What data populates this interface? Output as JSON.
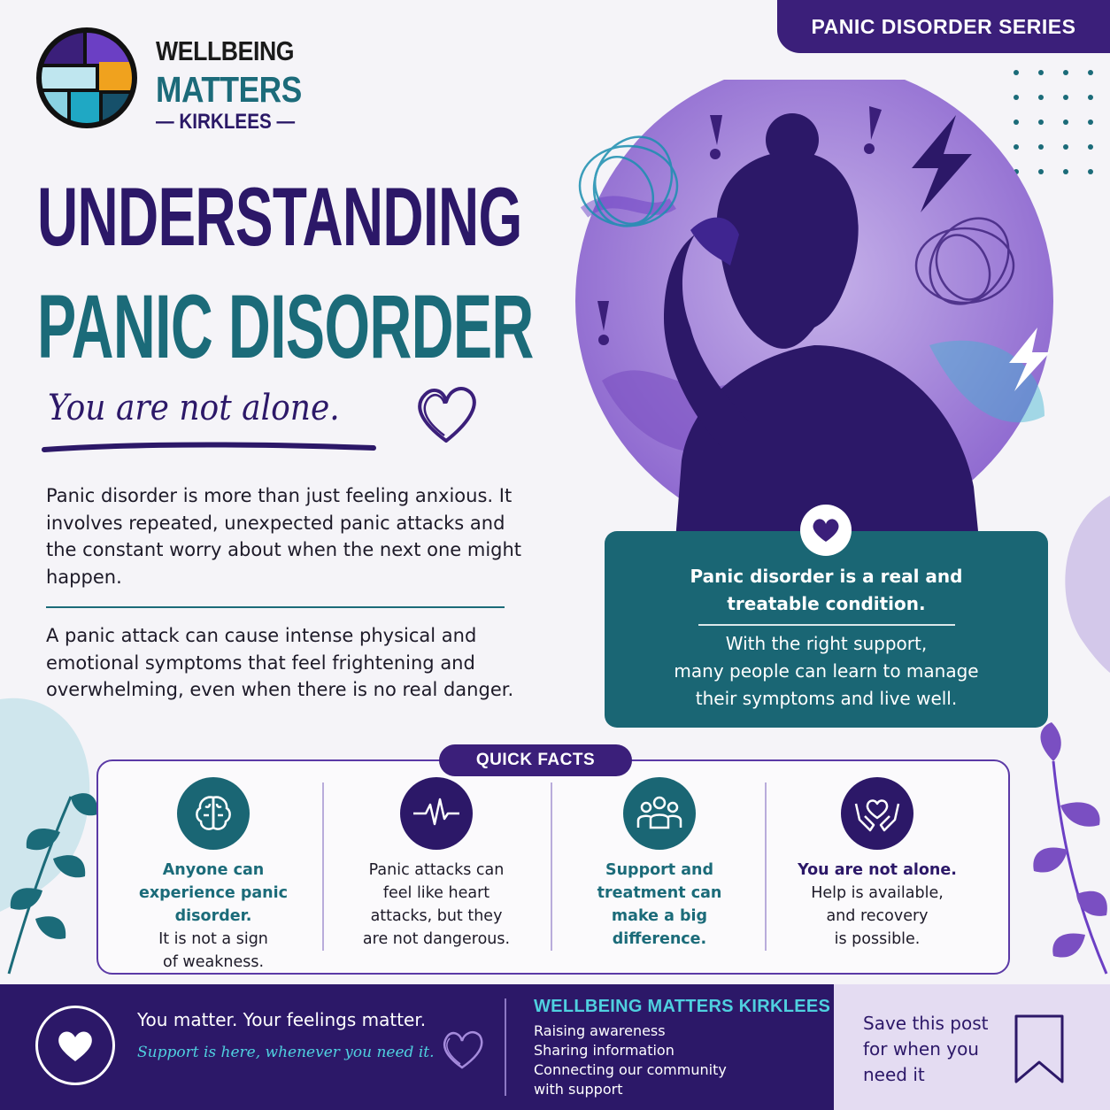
{
  "series_tab": "PANIC DISORDER SERIES",
  "brand": {
    "line1": "WELLBEING",
    "line2": "MATTERS",
    "line3": "— KIRKLEES —"
  },
  "title": {
    "line1": "UNDERSTANDING",
    "line2": "PANIC DISORDER",
    "tagline": "You are not alone."
  },
  "intro": {
    "p1": "Panic disorder is more than just feeling anxious. It involves repeated, unexpected panic attacks and the constant worry about when the next one might happen.",
    "p2": "A panic attack can cause intense physical and emotional symptoms that feel frightening and overwhelming, even when there is no real danger."
  },
  "real_box": {
    "title_line1": "Panic disorder is a real and",
    "title_line2": "treatable condition.",
    "body_line1": "With the right support,",
    "body_line2": "many people can learn to manage",
    "body_line3": "their symptoms and live well."
  },
  "quick_facts": {
    "label": "QUICK FACTS",
    "items": [
      {
        "icon": "brain-icon",
        "line1": "Anyone can",
        "line2": "experience panic",
        "line3": "disorder.",
        "line4": "It is not a sign",
        "line5": "of weakness."
      },
      {
        "icon": "heartbeat-icon",
        "line1": "Panic attacks can",
        "line2": "feel like heart",
        "line3": "attacks, but they",
        "line4": "are not dangerous."
      },
      {
        "icon": "people-group-icon",
        "line1": "Support and",
        "line2": "treatment can",
        "line3": "make a big",
        "line4": "difference."
      },
      {
        "icon": "hands-heart-icon",
        "line1": "You are not alone.",
        "line2": "Help is available,",
        "line3": "and recovery",
        "line4": "is possible."
      }
    ]
  },
  "footer": {
    "line1": "You matter. Your feelings matter.",
    "line2": "Support is here, whenever you need it.",
    "org_name": "WELLBEING MATTERS KIRKLEES",
    "org_lines": [
      "Raising awareness",
      "Sharing information",
      "Connecting our community",
      "with support"
    ],
    "save_line1": "Save this post",
    "save_line2": "for when you",
    "save_line3": "need it"
  },
  "colors": {
    "purple": "#2c1868",
    "teal": "#1b6b79",
    "light_teal": "#4fd0df",
    "lavender": "#e4dcf2"
  }
}
